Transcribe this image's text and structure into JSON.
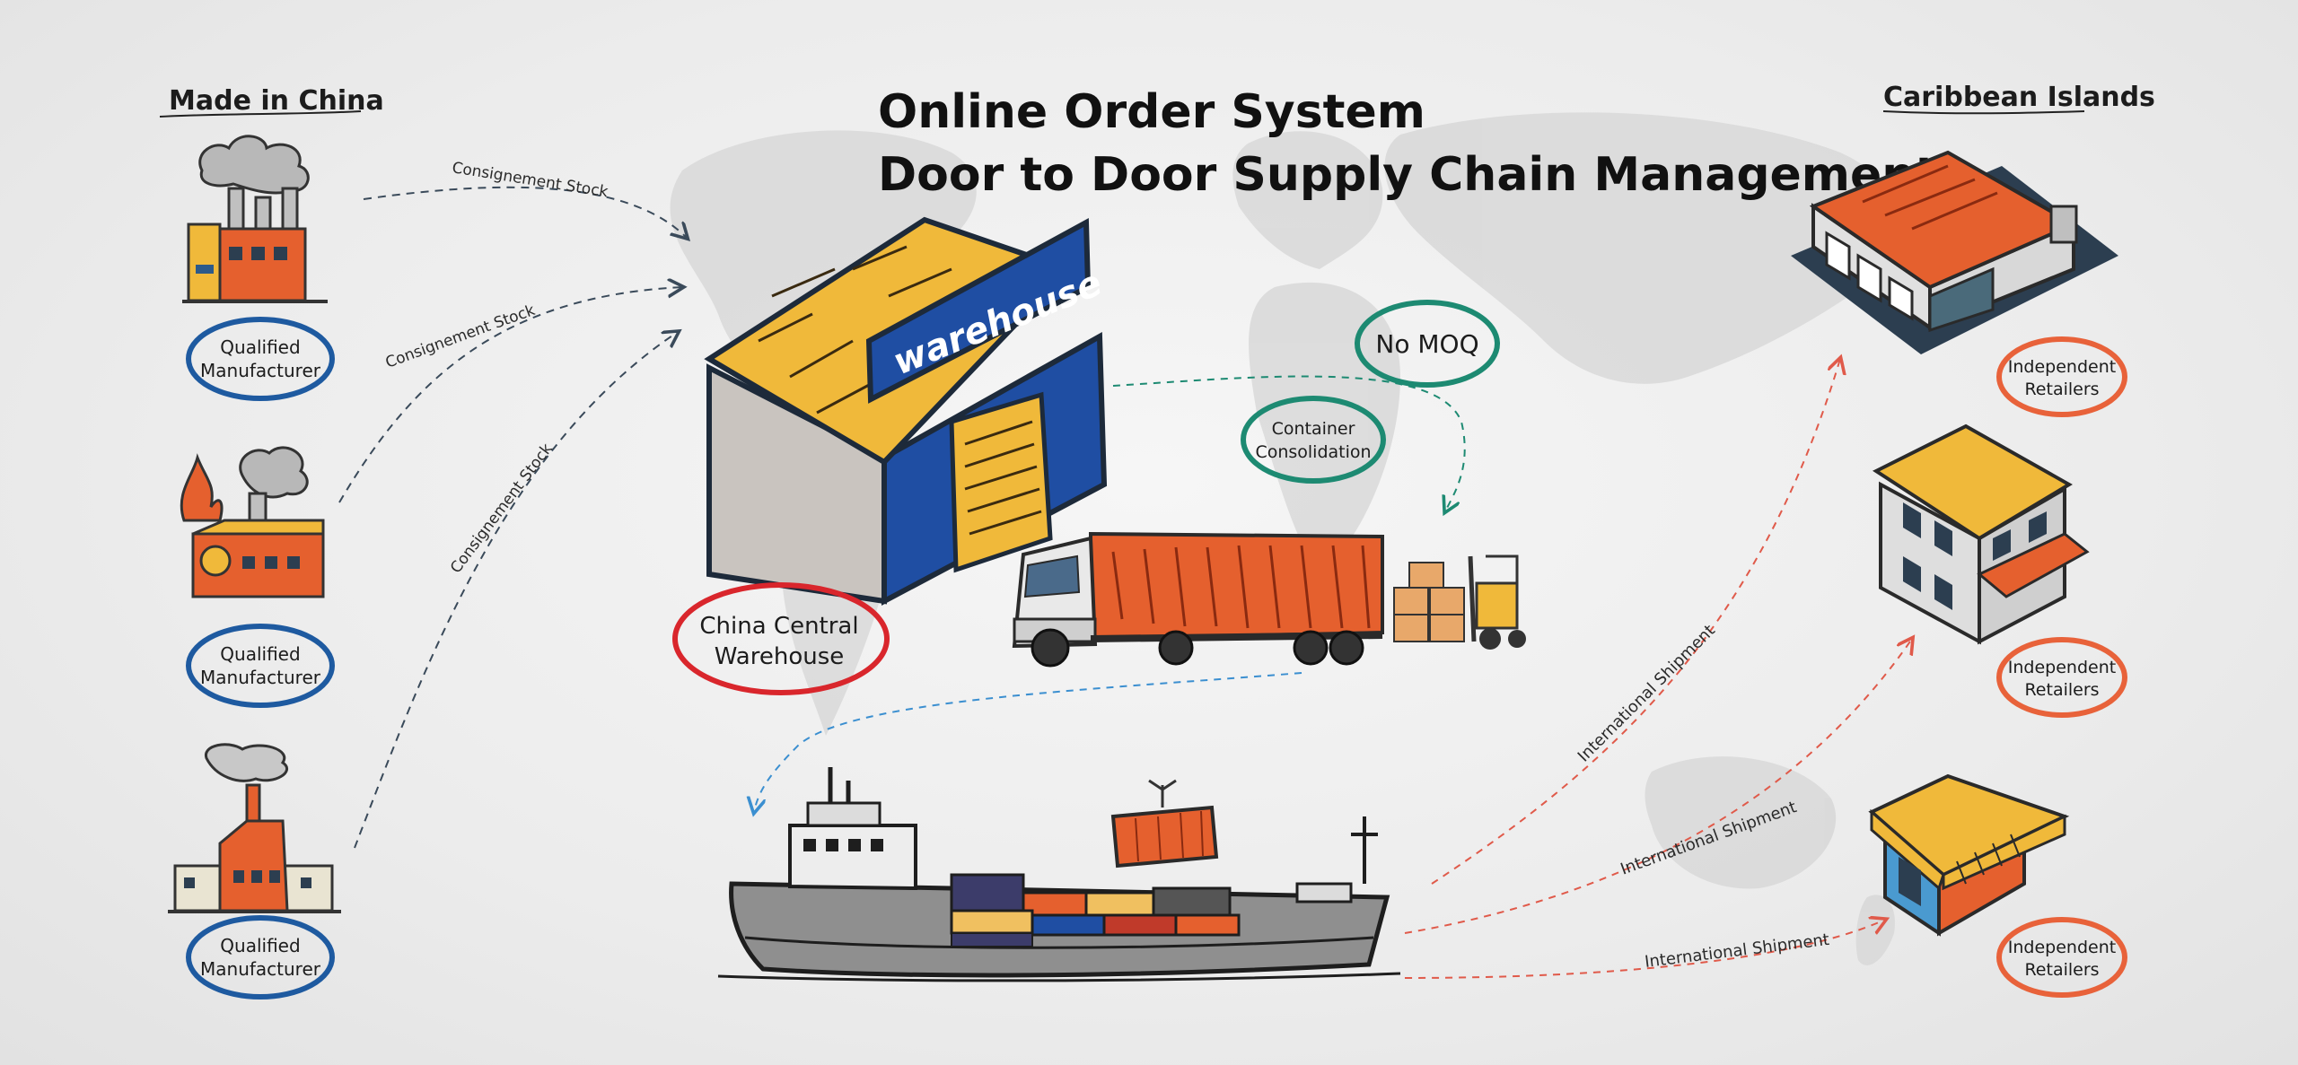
{
  "title": {
    "line1": "Online Order System",
    "line2": "Door to Door Supply Chain Management"
  },
  "left_column": {
    "heading": "Made in China",
    "manufacturers": [
      {
        "line1": "Qualified",
        "line2": "Manufacturer"
      },
      {
        "line1": "Qualified",
        "line2": "Manufacturer"
      },
      {
        "line1": "Qualified",
        "line2": "Manufacturer"
      }
    ],
    "flow_labels": [
      "Consignement Stock",
      "Consignement Stock",
      "Consignement Stock"
    ]
  },
  "center": {
    "warehouse_sign": "warehouse",
    "hub_label": {
      "line1": "China Central",
      "line2": "Warehouse"
    },
    "no_moq": "No MOQ",
    "container": {
      "line1": "Container",
      "line2": "Consolidation"
    }
  },
  "right_column": {
    "heading": "Caribbean Islands",
    "retailers": [
      {
        "line1": "Independent",
        "line2": "Retailers"
      },
      {
        "line1": "Independent",
        "line2": "Retailers"
      },
      {
        "line1": "Independent",
        "line2": "Retailers"
      }
    ],
    "shipment_labels": [
      "International Shipment",
      "International Shipment",
      "International Shipment"
    ]
  },
  "colors": {
    "manufacturer_ring": "#1e5aa0",
    "retailer_ring": "#e8623a",
    "hub_ring": "#d9262c",
    "teal_ring": "#1d8a72",
    "warehouse_blue": "#1f4ea3",
    "roof_yellow": "#f0b93a",
    "truck_orange": "#e5602e"
  }
}
